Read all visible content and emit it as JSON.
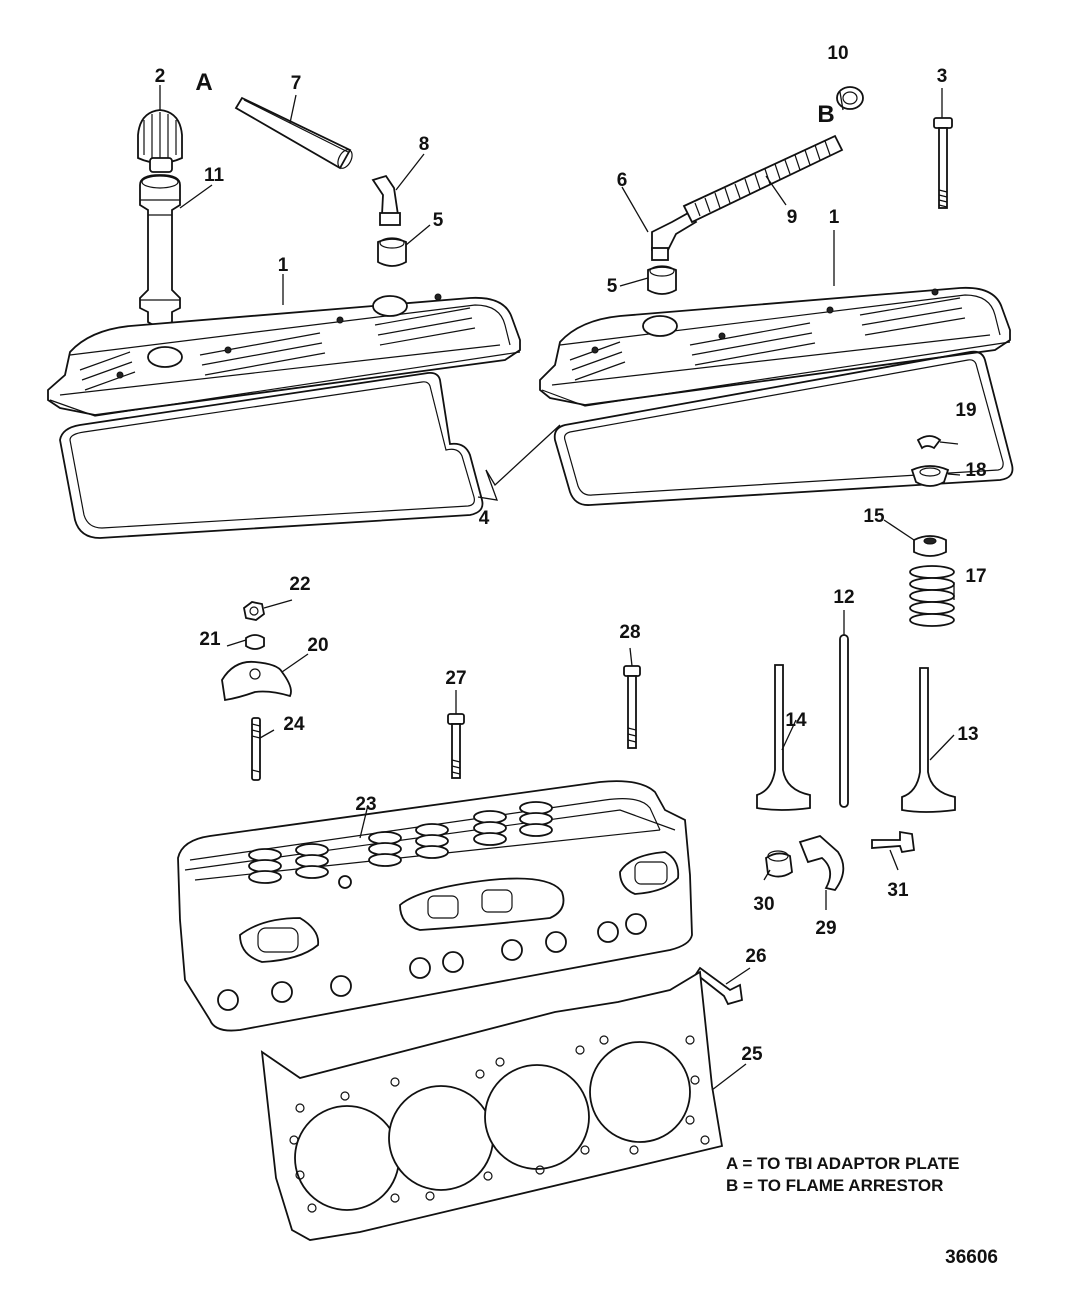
{
  "diagram": {
    "callouts": [
      {
        "id": "c2",
        "text": "2"
      },
      {
        "id": "cA",
        "text": "A"
      },
      {
        "id": "c7",
        "text": "7"
      },
      {
        "id": "c8",
        "text": "8"
      },
      {
        "id": "c11",
        "text": "11"
      },
      {
        "id": "c5a",
        "text": "5"
      },
      {
        "id": "c1a",
        "text": "1"
      },
      {
        "id": "c10",
        "text": "10"
      },
      {
        "id": "cB",
        "text": "B"
      },
      {
        "id": "c3",
        "text": "3"
      },
      {
        "id": "c6",
        "text": "6"
      },
      {
        "id": "c9",
        "text": "9"
      },
      {
        "id": "c1b",
        "text": "1"
      },
      {
        "id": "c5b",
        "text": "5"
      },
      {
        "id": "c4",
        "text": "4"
      },
      {
        "id": "c19",
        "text": "19"
      },
      {
        "id": "c18",
        "text": "18"
      },
      {
        "id": "c15",
        "text": "15"
      },
      {
        "id": "c17",
        "text": "17"
      },
      {
        "id": "c22",
        "text": "22"
      },
      {
        "id": "c21",
        "text": "21"
      },
      {
        "id": "c20",
        "text": "20"
      },
      {
        "id": "c28",
        "text": "28"
      },
      {
        "id": "c12",
        "text": "12"
      },
      {
        "id": "c27",
        "text": "27"
      },
      {
        "id": "c24",
        "text": "24"
      },
      {
        "id": "c14",
        "text": "14"
      },
      {
        "id": "c13",
        "text": "13"
      },
      {
        "id": "c23",
        "text": "23"
      },
      {
        "id": "c31",
        "text": "31"
      },
      {
        "id": "c30",
        "text": "30"
      },
      {
        "id": "c29",
        "text": "29"
      },
      {
        "id": "c26",
        "text": "26"
      },
      {
        "id": "c25",
        "text": "25"
      }
    ],
    "legend": [
      "A = TO TBI ADAPTOR PLATE",
      "B = TO FLAME ARRESTOR"
    ],
    "figure_number": "36606"
  }
}
